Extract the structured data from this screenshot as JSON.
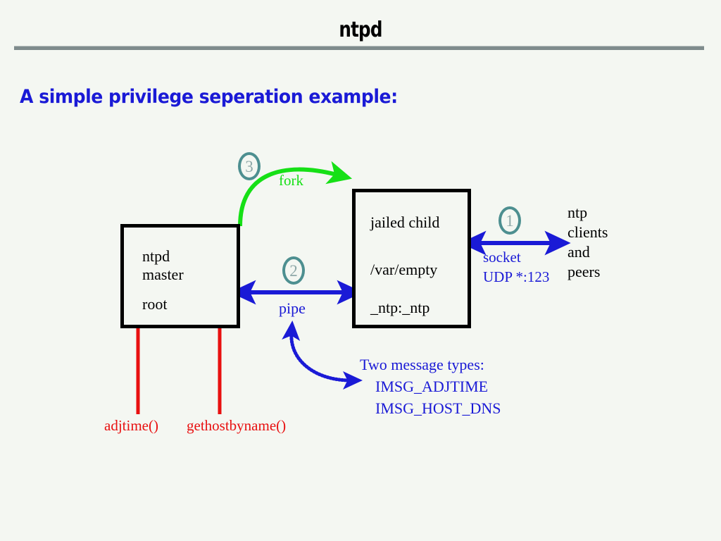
{
  "slide": {
    "title": "ntpd",
    "subtitle": "A simple privilege seperation example:"
  },
  "boxes": {
    "master": {
      "line1": "ntpd",
      "line2": "master",
      "line3": "root"
    },
    "child": {
      "line1": "jailed child",
      "line2": "/var/empty",
      "line3": "_ntp:_ntp"
    }
  },
  "steps": {
    "one": "1",
    "two": "2",
    "three": "3"
  },
  "labels": {
    "fork": "fork",
    "pipe": "pipe",
    "socket": "socket",
    "udp": "UDP *:123",
    "clients_l1": "ntp",
    "clients_l2": "clients",
    "clients_l3": "and",
    "clients_l4": "peers",
    "messages_title": "Two message types:",
    "message_1": "IMSG_ADJTIME",
    "message_2": "IMSG_HOST_DNS",
    "syscall_adjtime": "adjtime()",
    "syscall_gethostbyname": "gethostbyname()"
  },
  "colors": {
    "background": "#f4f7f2",
    "rule": "#7f8c8d",
    "subtitle_blue": "#1a1ad6",
    "arrow_blue": "#1a1ad6",
    "fork_green": "#16e016",
    "syscall_red": "#e81010",
    "step_teal": "#4d8f90",
    "box_border": "#000000"
  }
}
